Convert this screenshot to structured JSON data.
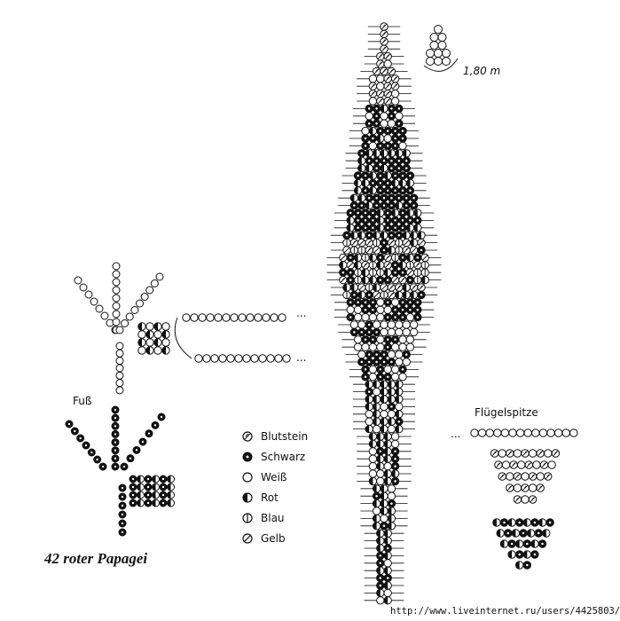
{
  "title": "42 roter Papagei",
  "labels": {
    "length": "1,80 m",
    "foot": "Fuß",
    "wingtip": "Flügelspitze",
    "ellipsis_a": "...",
    "ellipsis_b": "...",
    "ellipsis_c": "..."
  },
  "legend": [
    {
      "name": "Blutstein",
      "pattern": "bloodstone"
    },
    {
      "name": "Schwarz",
      "pattern": "black"
    },
    {
      "name": "Weiß",
      "pattern": "white"
    },
    {
      "name": "Rot",
      "pattern": "red"
    },
    {
      "name": "Blau",
      "pattern": "blue"
    },
    {
      "name": "Gelb",
      "pattern": "yellow"
    }
  ],
  "watermark": "http://www.liveinternet.ru/users/4425803/"
}
